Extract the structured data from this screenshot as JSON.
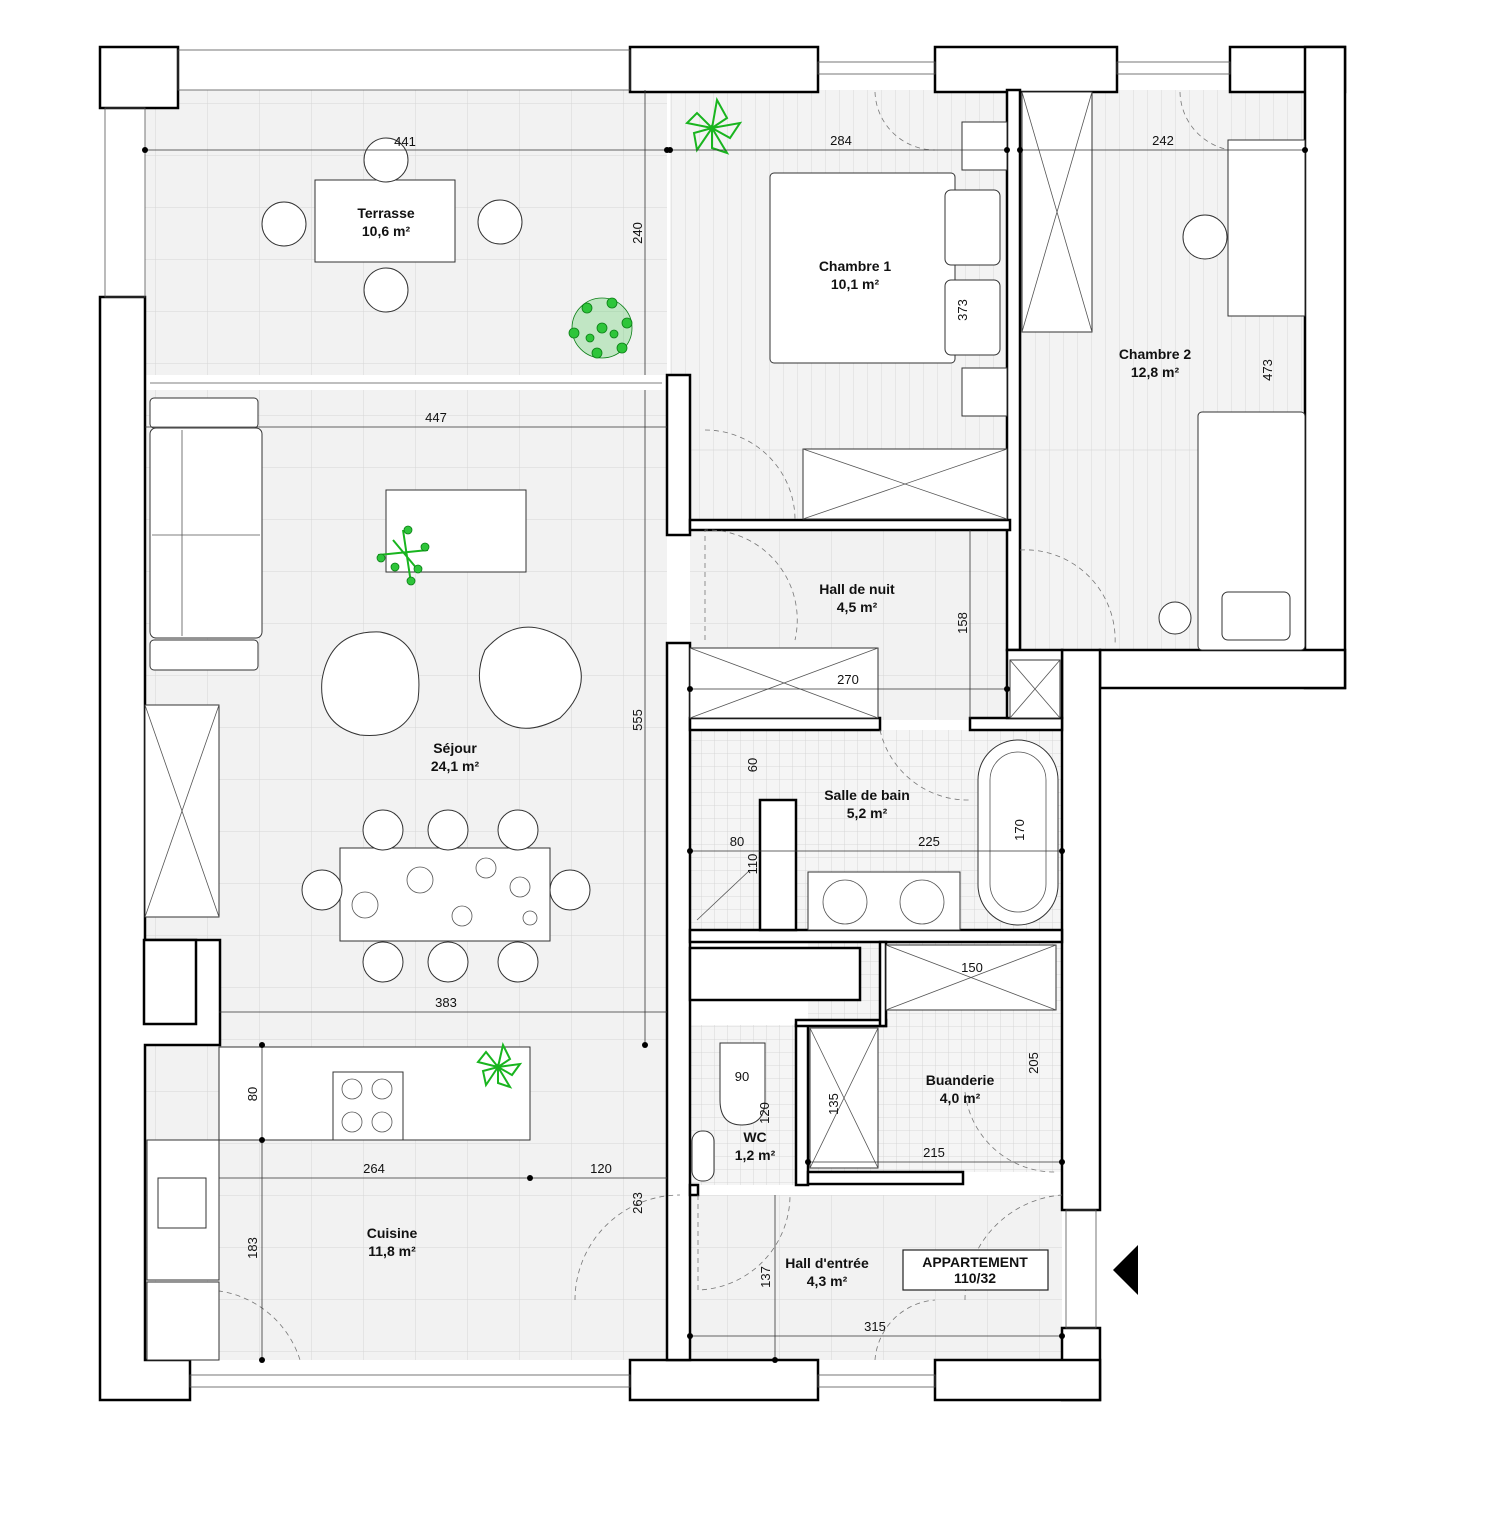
{
  "rooms": [
    {
      "name": "Terrasse",
      "area": "10,6 m²"
    },
    {
      "name": "Chambre 1",
      "area": "10,1 m²"
    },
    {
      "name": "Chambre 2",
      "area": "12,8 m²"
    },
    {
      "name": "Séjour",
      "area": "24,1 m²"
    },
    {
      "name": "Hall de nuit",
      "area": "4,5 m²"
    },
    {
      "name": "Salle de bain",
      "area": "5,2 m²"
    },
    {
      "name": "Buanderie",
      "area": "4,0 m²"
    },
    {
      "name": "WC",
      "area": "1,2 m²"
    },
    {
      "name": "Cuisine",
      "area": "11,8 m²"
    },
    {
      "name": "Hall d'entrée",
      "area": "4,3 m²"
    }
  ],
  "apartment": {
    "label": "APPARTEMENT",
    "code": "110/32"
  },
  "dimensions": [
    "441",
    "240",
    "284",
    "373",
    "242",
    "473",
    "447",
    "555",
    "270",
    "158",
    "60",
    "80",
    "110",
    "225",
    "170",
    "150",
    "205",
    "135",
    "215",
    "90",
    "120",
    "383",
    "80",
    "264",
    "120",
    "183",
    "263",
    "137",
    "315"
  ],
  "colors": {
    "plants": "#19b51f",
    "walls": "#000000",
    "floor": "#f2f2f2"
  }
}
